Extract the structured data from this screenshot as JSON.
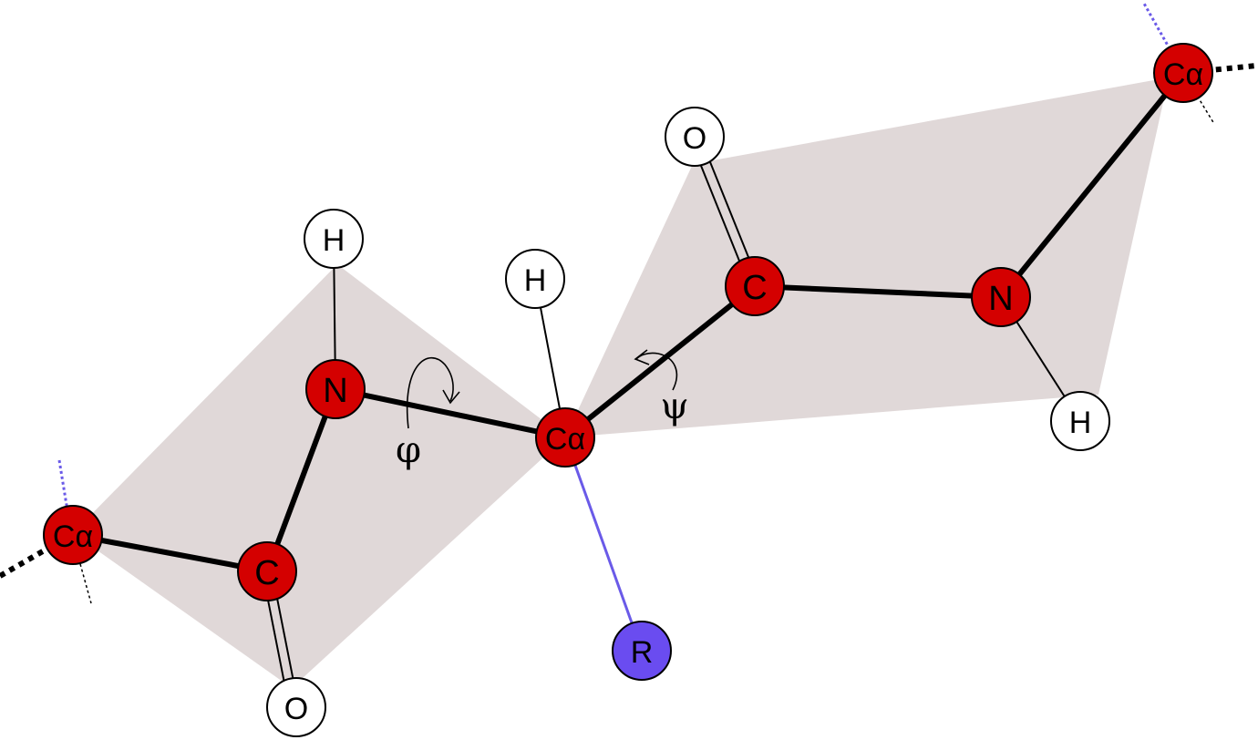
{
  "labels": {
    "ca": "Cα",
    "c": "C",
    "n": "N",
    "o": "O",
    "h": "H",
    "r": "R",
    "phi": "φ",
    "psi": "ψ"
  },
  "colors": {
    "backbone_atom": "#d40000",
    "side_chain": "#6a4cf0",
    "peptide_plane": "#e0d8d8"
  }
}
